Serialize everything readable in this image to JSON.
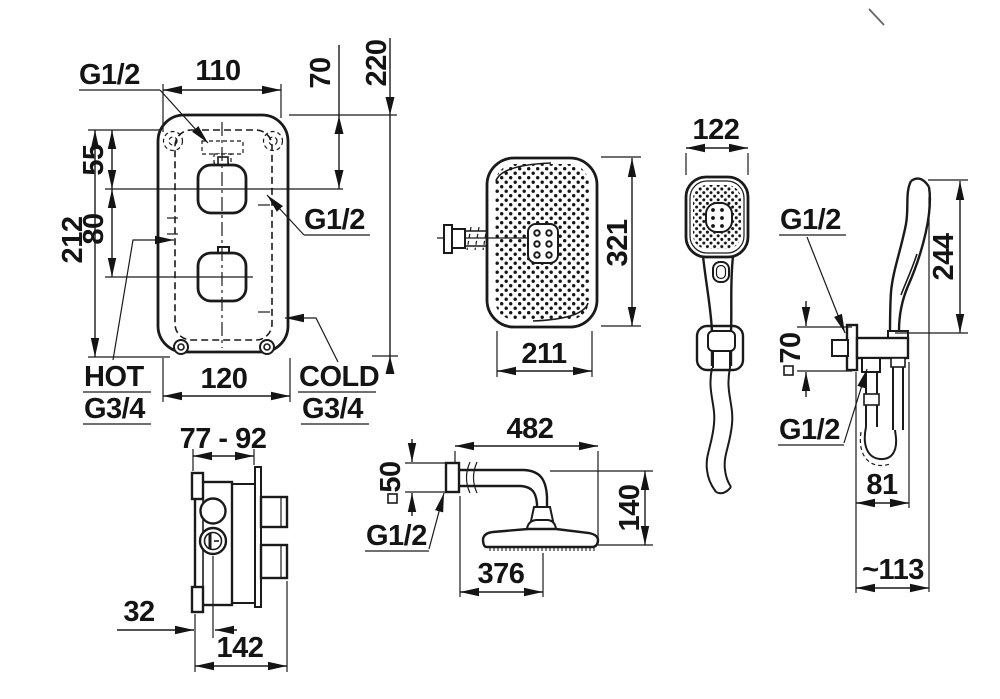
{
  "drawing": {
    "panel": {
      "g12_top": "G1/2",
      "g12_side": "G1/2",
      "dim_width_top": "110",
      "dim_top_to_center": "70",
      "dim_total_height": "220",
      "dim_center1": "55",
      "dim_center_gap": "80",
      "dim_plate_height": "212",
      "dim_width_bottom": "120",
      "hot_label": "HOT",
      "hot_thread": "G3/4",
      "cold_label": "COLD",
      "cold_thread": "G3/4"
    },
    "overhead_shower": {
      "dim_height": "321",
      "dim_width": "211"
    },
    "hand_shower_front": {
      "dim_width": "122"
    },
    "hand_shower_side": {
      "dim_height": "244",
      "outlet_thread": "G1/2",
      "dim_plate": "70",
      "hose_thread": "G1/2",
      "dim_depth_outlet": "81",
      "dim_depth_total": "~113"
    },
    "valve": {
      "dim_depth_range": "77 - 92",
      "dim_offset": "32",
      "dim_width": "142"
    },
    "arm": {
      "dim_total_reach": "482",
      "dim_plate": "50",
      "thread": "G1/2",
      "dim_drop": "140",
      "dim_arm_reach": "376"
    },
    "colors": {
      "line": "#1a1a1a",
      "background": "#ffffff"
    }
  }
}
